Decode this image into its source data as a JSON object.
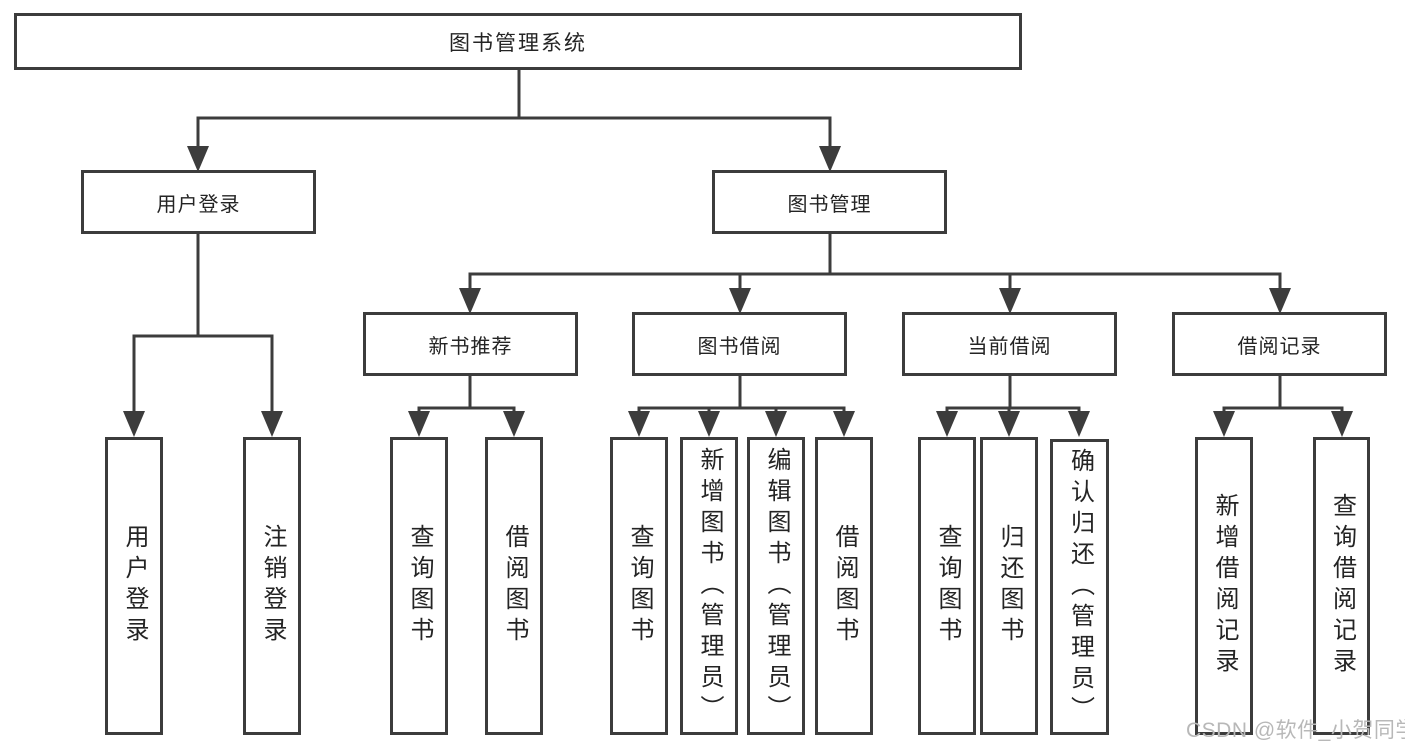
{
  "colors": {
    "line": "#3c3c3c",
    "border": "#3c3c3c",
    "text": "#242424",
    "box_bg": "#ffffff",
    "watermark": "#b8b8b8",
    "page_bg": "#ffffff"
  },
  "watermark": "CSDN @软件_小贺同学",
  "diagram": {
    "root": {
      "label": "图书管理系统"
    },
    "level2": [
      {
        "label": "用户登录",
        "children": [
          {
            "label": "用户登录"
          },
          {
            "label": "注销登录"
          }
        ]
      },
      {
        "label": "图书管理",
        "sections": [
          {
            "label": "新书推荐",
            "children": [
              {
                "label": "查询图书"
              },
              {
                "label": "借阅图书"
              }
            ]
          },
          {
            "label": "图书借阅",
            "children": [
              {
                "label": "查询图书"
              },
              {
                "label": "新增图书（管理员）"
              },
              {
                "label": "编辑图书（管理员）"
              },
              {
                "label": "借阅图书"
              }
            ]
          },
          {
            "label": "当前借阅",
            "children": [
              {
                "label": "查询图书"
              },
              {
                "label": "归还图书"
              },
              {
                "label": "确认归还（管理员）"
              }
            ]
          },
          {
            "label": "借阅记录",
            "children": [
              {
                "label": "新增借阅记录"
              },
              {
                "label": "查询借阅记录"
              }
            ]
          }
        ]
      }
    ]
  }
}
